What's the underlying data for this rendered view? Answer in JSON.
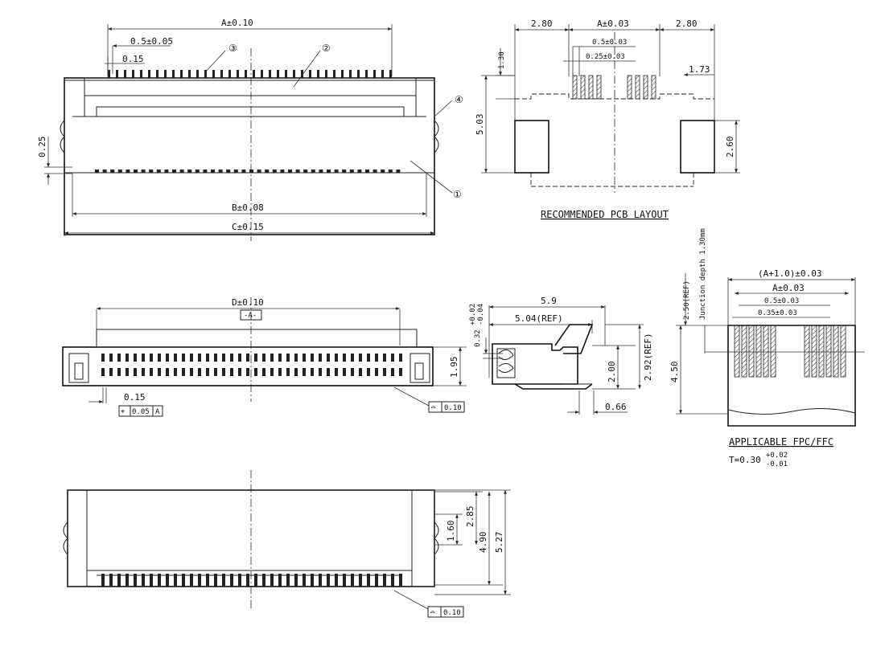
{
  "front_view": {
    "dim_a": "A±0.10",
    "dim_pitch": "0.5±0.05",
    "dim_pin_width": "0.15",
    "dim_b": "B±0.08",
    "dim_c": "C±0.15",
    "dim_gap": "0.25",
    "callout_1": "①",
    "callout_2": "②",
    "callout_3": "③",
    "callout_4": "④"
  },
  "pcb_layout": {
    "title": "RECOMMENDED PCB LAYOUT",
    "dim_left": "2.80",
    "dim_a": "A±0.03",
    "dim_right": "2.80",
    "dim_pitch": "0.5±0.03",
    "dim_pad_width": "0.25±0.03",
    "dim_pad_len": "1.30",
    "dim_height": "5.03",
    "dim_side": "1.73",
    "dim_tab": "2.60"
  },
  "top_view": {
    "dim_d": "D±0.10",
    "datum": "-A-",
    "dim_height": "1.95",
    "dim_pin": "0.15",
    "position_tol": "⌖",
    "position_val": "0.05",
    "position_datum": "A",
    "profile_sym": "⌓",
    "profile_val": "0.10"
  },
  "side_view": {
    "dim_59": "5.9",
    "dim_504": "5.04(REF)",
    "dim_032": "0.32",
    "dim_032_tol_up": "+0.02",
    "dim_032_tol_dn": "-0.04",
    "dim_200": "2.00",
    "dim_292": "2.92(REF)",
    "dim_066": "0.66"
  },
  "fpc": {
    "title": "APPLICABLE FPC/FFC",
    "thickness": "T=0.30",
    "thickness_up": "+0.02",
    "thickness_dn": "-0.01",
    "dim_a1": "(A+1.0)±0.03",
    "dim_a": "A±0.03",
    "dim_pitch": "0.5±0.03",
    "dim_width": "0.35±0.03",
    "dim_250": "2.50(REF)",
    "junction": "Junction depth 1.30mm",
    "dim_450": "4.50"
  },
  "bottom_view": {
    "dim_160": "1.60",
    "dim_285": "2.85",
    "dim_490": "4.90",
    "dim_527": "5.27",
    "profile_sym": "⌓",
    "profile_val": "0.10"
  },
  "colors": {
    "line": "#222222",
    "background": "#ffffff"
  }
}
